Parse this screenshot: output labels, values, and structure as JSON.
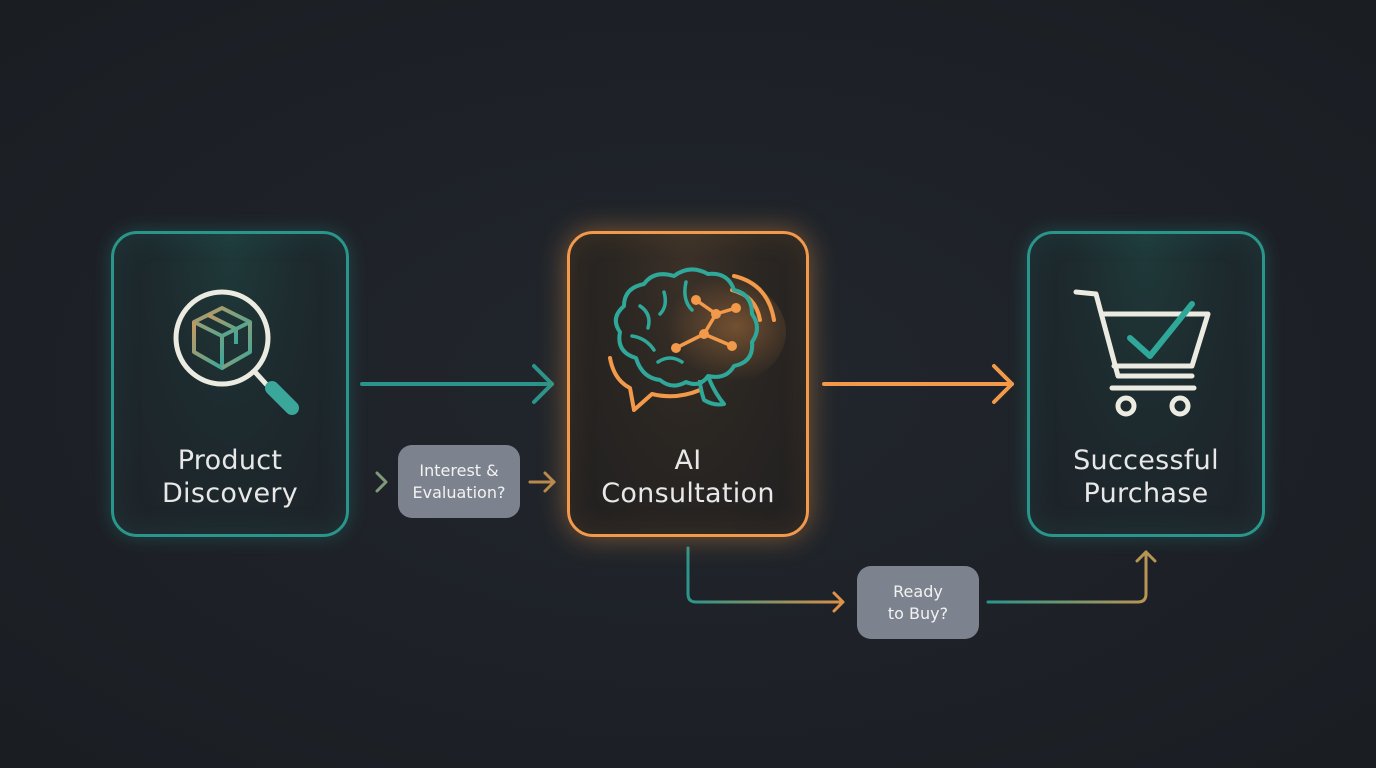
{
  "nodes": {
    "discovery": {
      "line1": "Product",
      "line2": "Discovery",
      "icon": "package-search-icon"
    },
    "consultation": {
      "line1": "AI",
      "line2": "Consultation",
      "icon": "brain-chat-icon"
    },
    "purchase": {
      "line1": "Successful",
      "line2": "Purchase",
      "icon": "shopping-cart-check-icon"
    }
  },
  "decisions": {
    "interest": {
      "line1": "Interest &",
      "line2": "Evaluation?"
    },
    "ready": {
      "line1": "Ready",
      "line2": "to Buy?"
    }
  },
  "colors": {
    "background": "#1d2127",
    "teal": "#2a958a",
    "orange": "#f2994a",
    "pill": "#7d838e",
    "text": "#e8e8e8"
  }
}
